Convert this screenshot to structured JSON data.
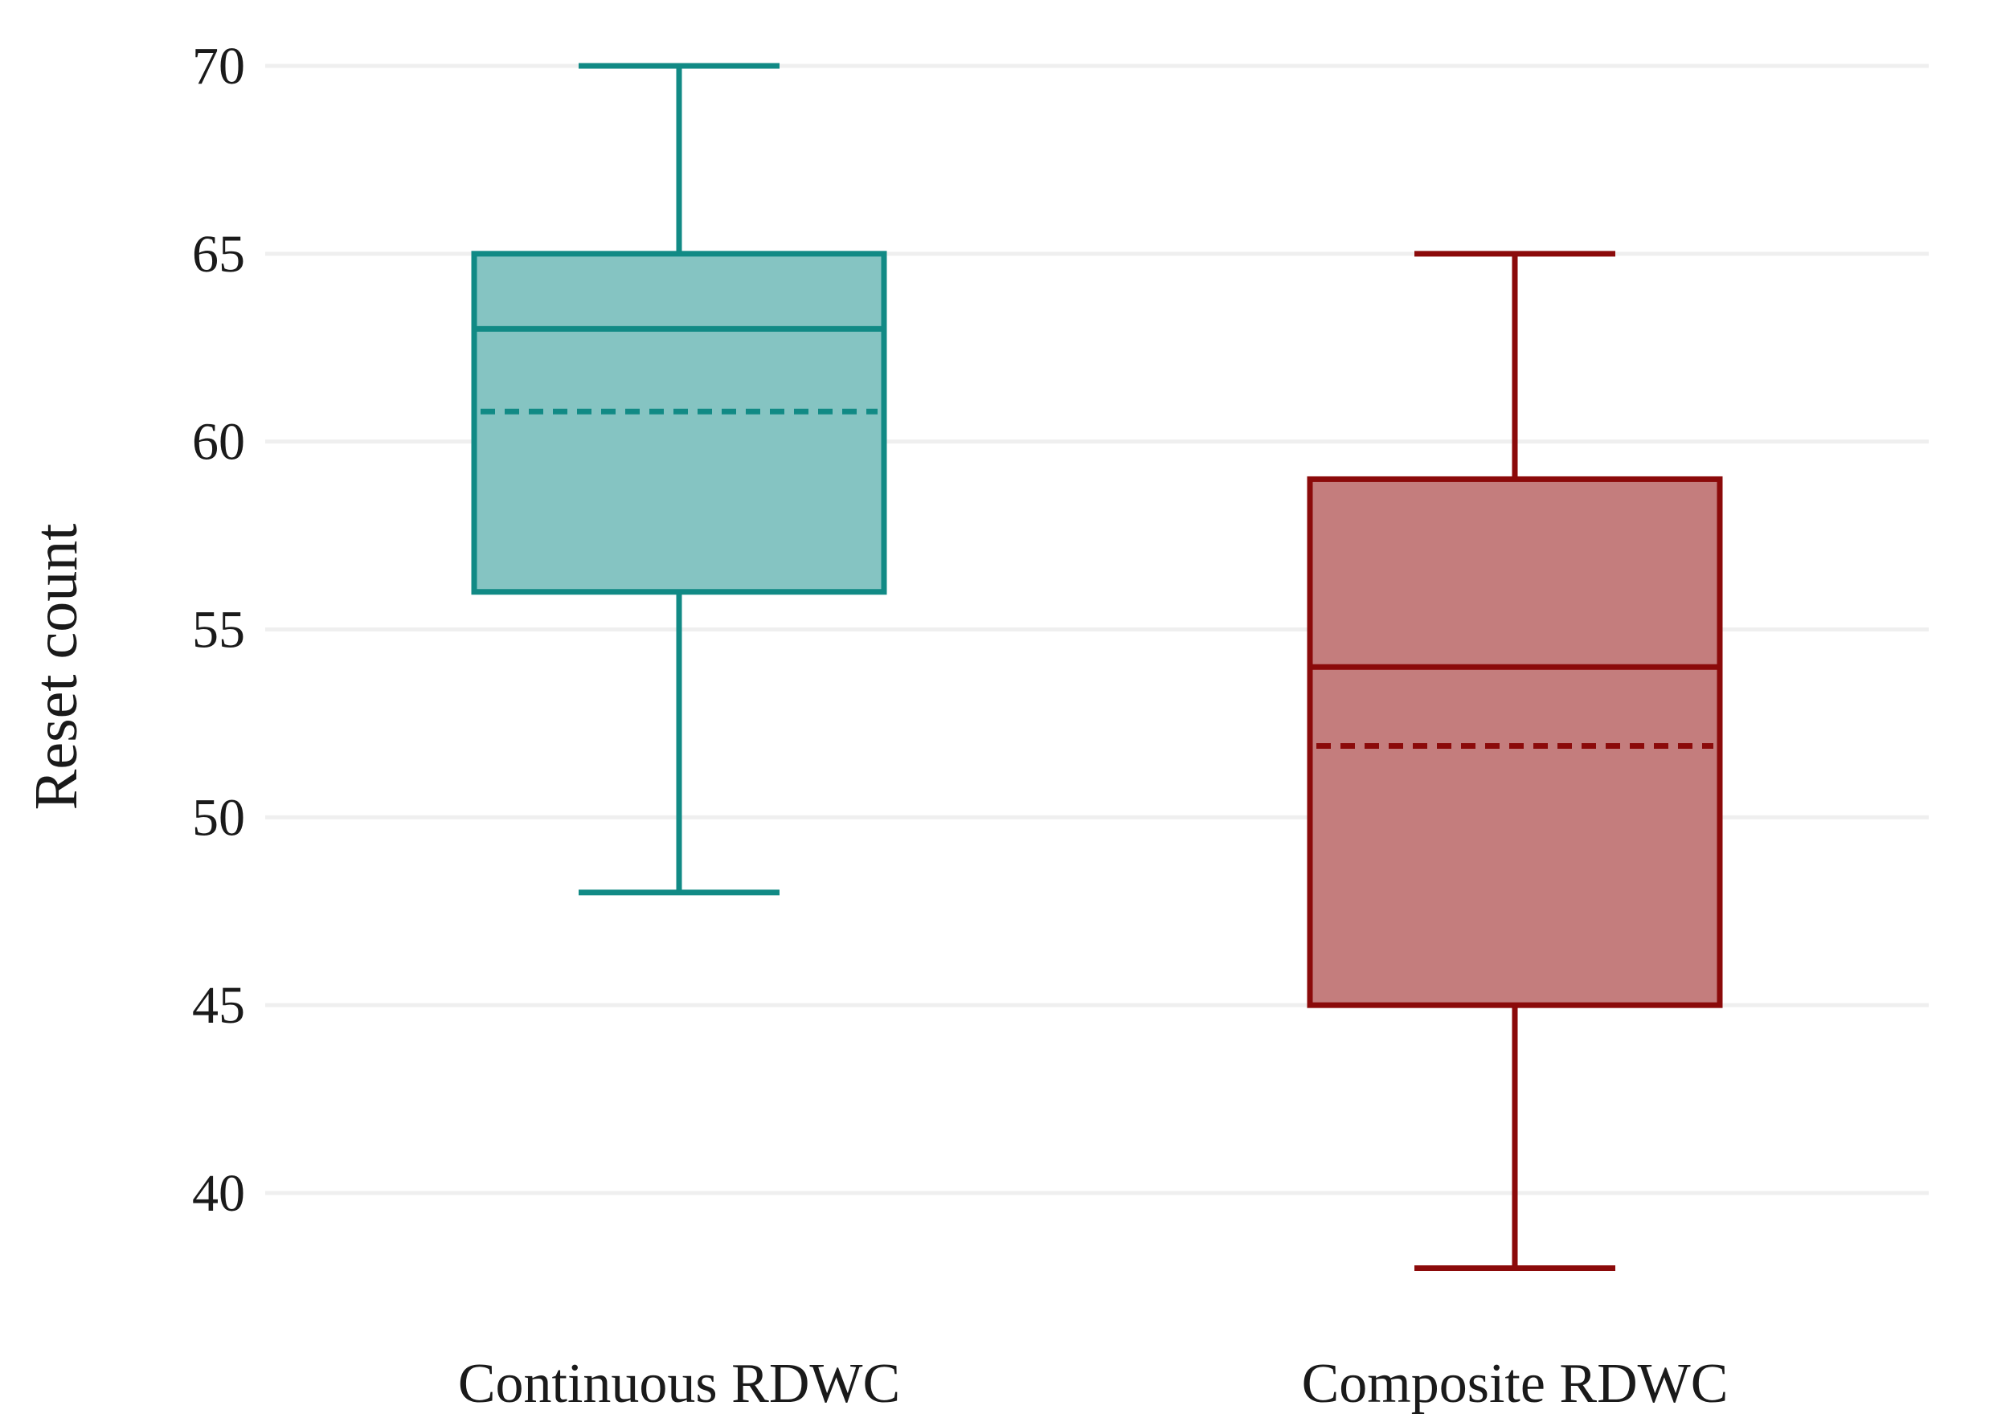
{
  "chart_data": {
    "type": "box",
    "ylabel": "Reset count",
    "xlabel": "",
    "title": "",
    "ylim": [
      37,
      71
    ],
    "yticks": [
      40,
      45,
      50,
      55,
      60,
      65,
      70
    ],
    "grid": "horizontal",
    "categories": [
      "Continuous RDWC",
      "Composite RDWC"
    ],
    "series": [
      {
        "category": "Continuous RDWC",
        "whisker_low": 48,
        "q1": 56,
        "median": 63,
        "mean": 60.8,
        "q3": 65,
        "whisker_high": 70,
        "stroke_color": "#118a85",
        "fill_color": "#85c4c2"
      },
      {
        "category": "Composite RDWC",
        "whisker_low": 38,
        "q1": 45,
        "median": 54,
        "mean": 51.9,
        "q3": 59,
        "whisker_high": 65,
        "stroke_color": "#8b0a0a",
        "fill_color": "#c47d7d"
      }
    ]
  }
}
